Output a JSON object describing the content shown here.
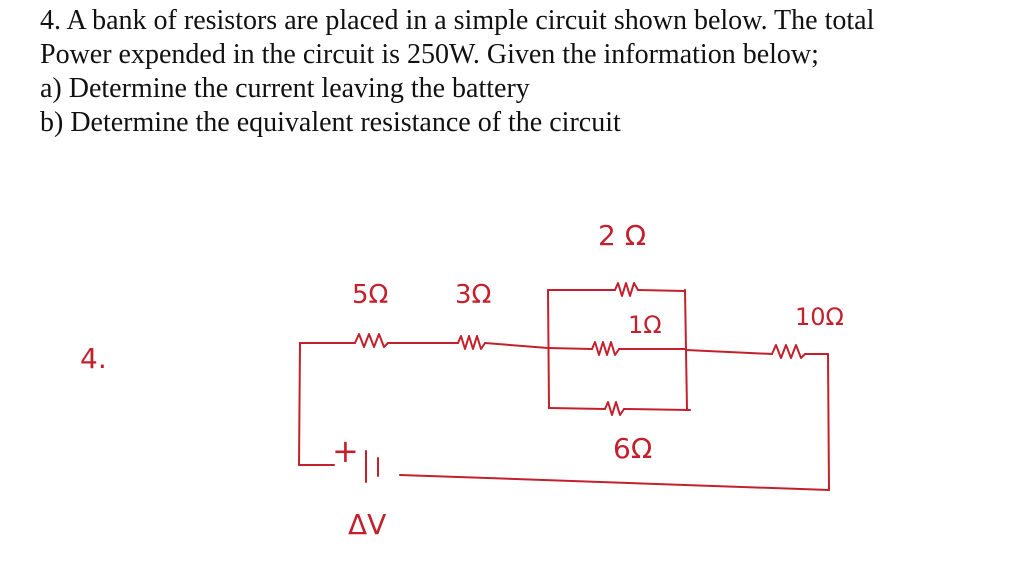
{
  "problem": {
    "line1": "4. A bank of resistors are placed in a simple circuit shown below. The total",
    "line2": "Power expended in the circuit is 250W. Given the information below;",
    "part_a": "a)  Determine the current leaving the battery",
    "part_b": "b)  Determine the equivalent resistance of the circuit"
  },
  "circuit": {
    "question_number": "4.",
    "resistors": {
      "r_5": "5Ω",
      "r_3": "3Ω",
      "r_2": "2 Ω",
      "r_1": "1Ω",
      "r_6": "6Ω",
      "r_10": "10Ω"
    },
    "battery_polarity": "+",
    "battery_label": "ΔV",
    "ink_color": "#c4202c"
  }
}
